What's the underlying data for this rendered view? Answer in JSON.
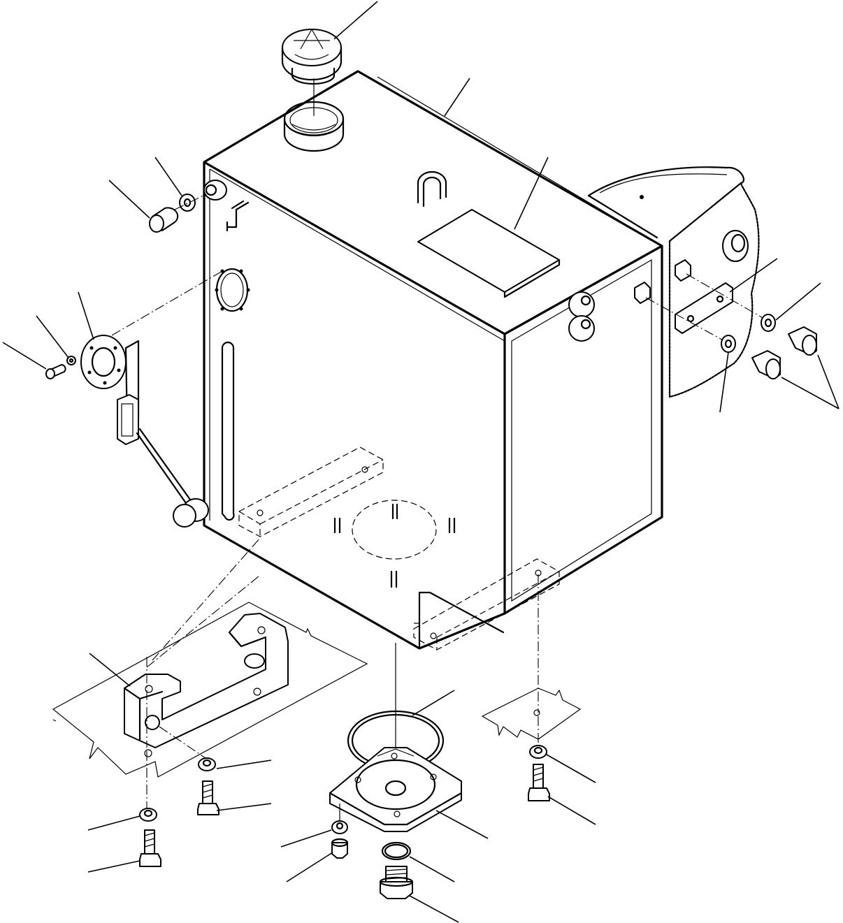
{
  "diagram": {
    "type": "exploded-parts-drawing",
    "subject": "hydraulic-tank-assembly",
    "parts": [
      "filler-cap",
      "tank-body",
      "nameplate",
      "drain-plug",
      "washer",
      "sight-gauge-flange",
      "level-float",
      "strainer-cover",
      "o-ring",
      "mounting-bracket",
      "bolts",
      "mounting-strap"
    ],
    "callout_count": 27,
    "labels_visible": false
  }
}
